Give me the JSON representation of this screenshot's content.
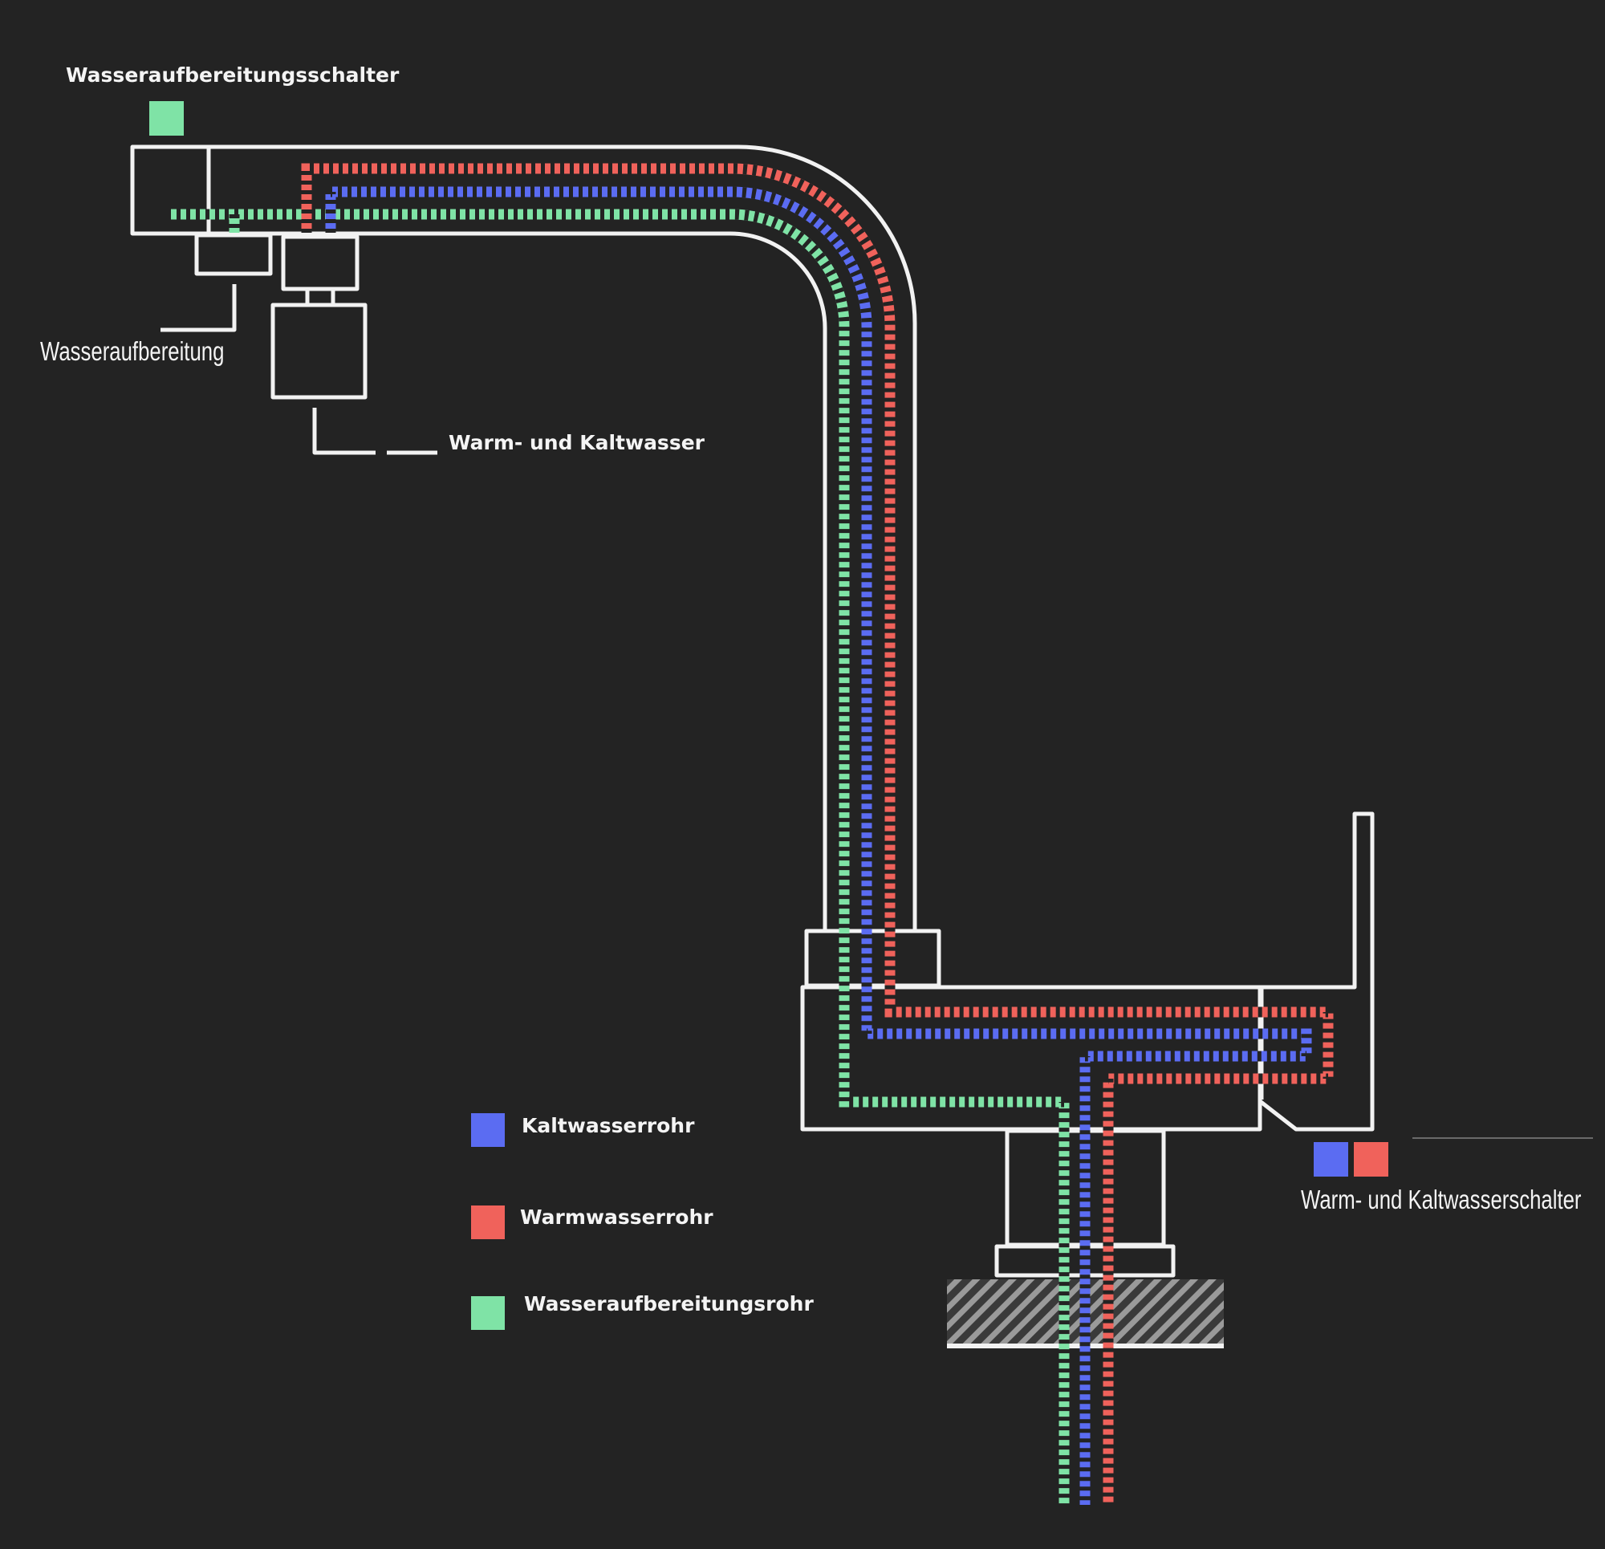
{
  "labels": {
    "treatment_switch": "Wasseraufbereitungsschalter",
    "treatment_unit": "Wasseraufbereitung",
    "hot_cold_water": "Warm- und Kaltwasser",
    "hot_cold_switch": "Warm- und Kaltwasserschalter"
  },
  "legend": [
    {
      "label": "Kaltwasserrohr",
      "color": "#5b6cf2"
    },
    {
      "label": "Warmwasserrohr",
      "color": "#f0625b"
    },
    {
      "label": "Wasseraufbereitungsrohr",
      "color": "#7fe3a6"
    }
  ],
  "colors": {
    "background": "#232323",
    "outline": "#f2f2f2",
    "cold": "#5b6cf2",
    "hot": "#f0625b",
    "treatment": "#7fe3a6"
  }
}
